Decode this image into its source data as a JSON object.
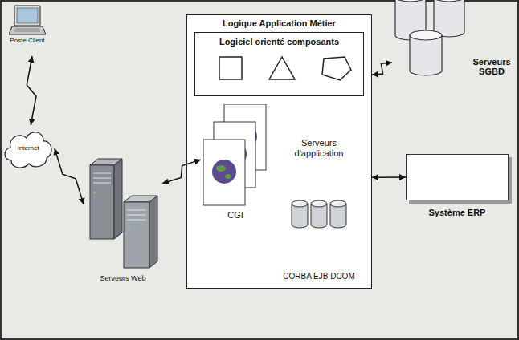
{
  "diagram": {
    "nodes": [
      {
        "text": [
          "Poste Client"
        ]
      },
      {
        "text": [
          "Internet"
        ]
      },
      {
        "text": [
          "Serveurs Web"
        ]
      },
      {
        "text": [
          "Logique Application Métier"
        ]
      },
      {
        "text": [
          "Logiciel orienté composants"
        ],
        "in": 3
      },
      {
        "text": [
          "CGI"
        ],
        "in": 3
      },
      {
        "text": [
          "Serveurs d'application",
          "CORBA EJB DCOM"
        ],
        "in": 3
      },
      {
        "text": [
          "Serveurs SGBD"
        ]
      },
      {
        "text": [
          "Système ERP"
        ]
      }
    ],
    "edges": [
      {
        "from": 0,
        "to": 1,
        "arrow": "both"
      },
      {
        "from": 1,
        "to": 2,
        "arrow": "both"
      },
      {
        "from": 2,
        "to": 5,
        "arrow": "both"
      },
      {
        "from": 3,
        "to": 7,
        "arrow": "both"
      },
      {
        "from": 3,
        "to": 8,
        "arrow": "both"
      }
    ]
  }
}
